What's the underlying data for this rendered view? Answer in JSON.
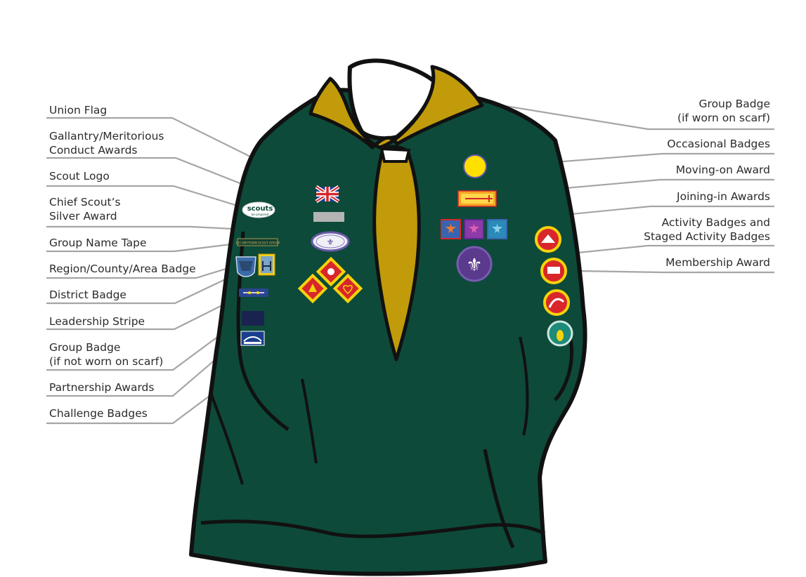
{
  "labels": {
    "union_flag": [
      "Union Flag"
    ],
    "gallantry": [
      "Gallantry/Meritorious",
      "Conduct Awards"
    ],
    "scout_logo": [
      "Scout Logo"
    ],
    "chief_scout": [
      "Chief Scout’s",
      "Silver Award"
    ],
    "group_name_tape": [
      "Group Name Tape"
    ],
    "region_badge": [
      "Region/County/Area Badge"
    ],
    "district_badge": [
      "District Badge"
    ],
    "leadership_stripe": [
      "Leadership Stripe"
    ],
    "group_badge_not_scarf": [
      "Group Badge",
      "(if not worn on scarf)"
    ],
    "partnership_awards": [
      "Partnership Awards"
    ],
    "challenge_badges": [
      "Challenge Badges"
    ],
    "group_badge_scarf": [
      "Group Badge",
      "(if worn on scarf)"
    ],
    "occasional_badges": [
      "Occasional Badges"
    ],
    "moving_on_award": [
      "Moving-on Award"
    ],
    "joining_in_awards": [
      "Joining-in Awards"
    ],
    "activity_badges": [
      "Activity Badges and",
      "Staged Activity Badges"
    ],
    "membership_award": [
      "Membership Award"
    ]
  },
  "badge_text": {
    "scouts_logo": "scouts",
    "scouts_motto": "be prepared",
    "name_tape": "1ST ANYTOWN SCOUT GROUP"
  },
  "colors": {
    "jumper": "#0d4a3a",
    "jumper_outline": "#111111",
    "scarf": "#c19b0a",
    "leader_line": "#a5a5a5",
    "membership_purple": "#5a3a8c",
    "challenge_red": "#d8262b",
    "challenge_yellow": "#f5d20b",
    "occasional_yellow": "#ffe000"
  }
}
